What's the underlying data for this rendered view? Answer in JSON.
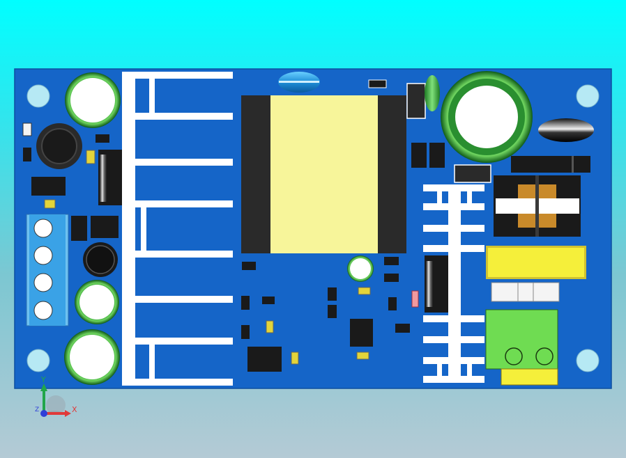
{
  "viewer": {
    "background_top": "#00ffff",
    "background_bottom": "#b4cad5"
  },
  "board": {
    "color": "#1565c8",
    "edge_color": "#0d4fa0",
    "pad_color": "#b6e9f4"
  },
  "components": {
    "terminal_block_left_pins": 4,
    "terminal_block_right_pins": 2,
    "transformer_core_color": "#f7f59a",
    "capacitor_ring_color": "#1f8f2a",
    "terminal_block_right_color": "#6fdc52",
    "fuse_color": "#f5ef3a"
  },
  "triad": {
    "x_label": "X",
    "y_label": "Y",
    "z_label": "Z",
    "x_color": "#e03a3a",
    "y_color": "#22a64a",
    "z_color": "#2f3fd8"
  }
}
